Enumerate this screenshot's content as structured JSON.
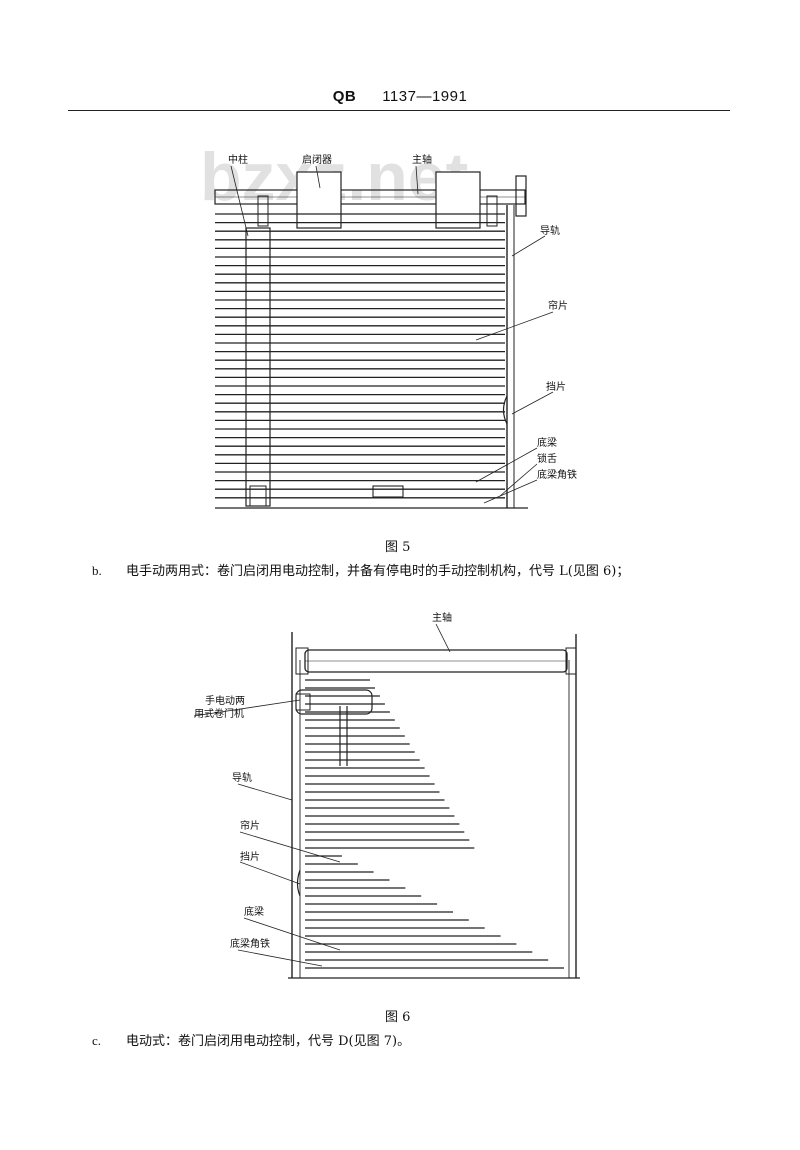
{
  "header": {
    "standard": "QB",
    "number": "1137—1991"
  },
  "watermark": "bzxz.net",
  "figure5": {
    "caption": "图 5",
    "labels": {
      "zhongzhu": "中柱",
      "qibiqi": "启闭器",
      "zhuzhou": "主轴",
      "daogui": "导轨",
      "lianpian": "帘片",
      "dangpian": "挡片",
      "diliang": "底梁",
      "suoshe": "锁舌",
      "diliangjiaotie": "底梁角铁"
    }
  },
  "para_b": {
    "index": "b.",
    "text": "电手动两用式：卷门启闭用电动控制，并备有停电时的手动控制机构，代号 L(见图 6)；"
  },
  "figure6": {
    "caption": "图 6",
    "labels": {
      "zhuzhou": "主轴",
      "juanmenji_line1": "手电动两",
      "juanmenji_line2": "用式卷门机",
      "daogui": "导轨",
      "lianpian": "帘片",
      "dangpian": "挡片",
      "diliang": "底梁",
      "diliangjiaotie": "底梁角铁"
    }
  },
  "para_c": {
    "index": "c.",
    "text": "电动式：卷门启闭用电动控制，代号 D(见图 7)。"
  }
}
